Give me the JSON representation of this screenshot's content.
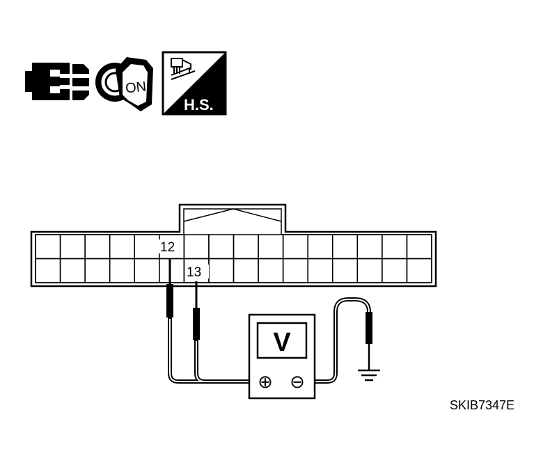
{
  "icons": [
    {
      "name": "connector-disconnect-icon"
    },
    {
      "name": "ignition-on-icon",
      "label": "ON"
    },
    {
      "name": "harness-side-icon",
      "label": "H.S."
    }
  ],
  "connector": {
    "rows": 2,
    "columns": 16,
    "terminals": [
      {
        "id": "t12",
        "label": "12"
      },
      {
        "id": "t13",
        "label": "13"
      }
    ]
  },
  "meter": {
    "display": "V",
    "positive_symbol": "⊕",
    "negative_symbol": "⊖"
  },
  "figure_id": "SKIB7347E"
}
